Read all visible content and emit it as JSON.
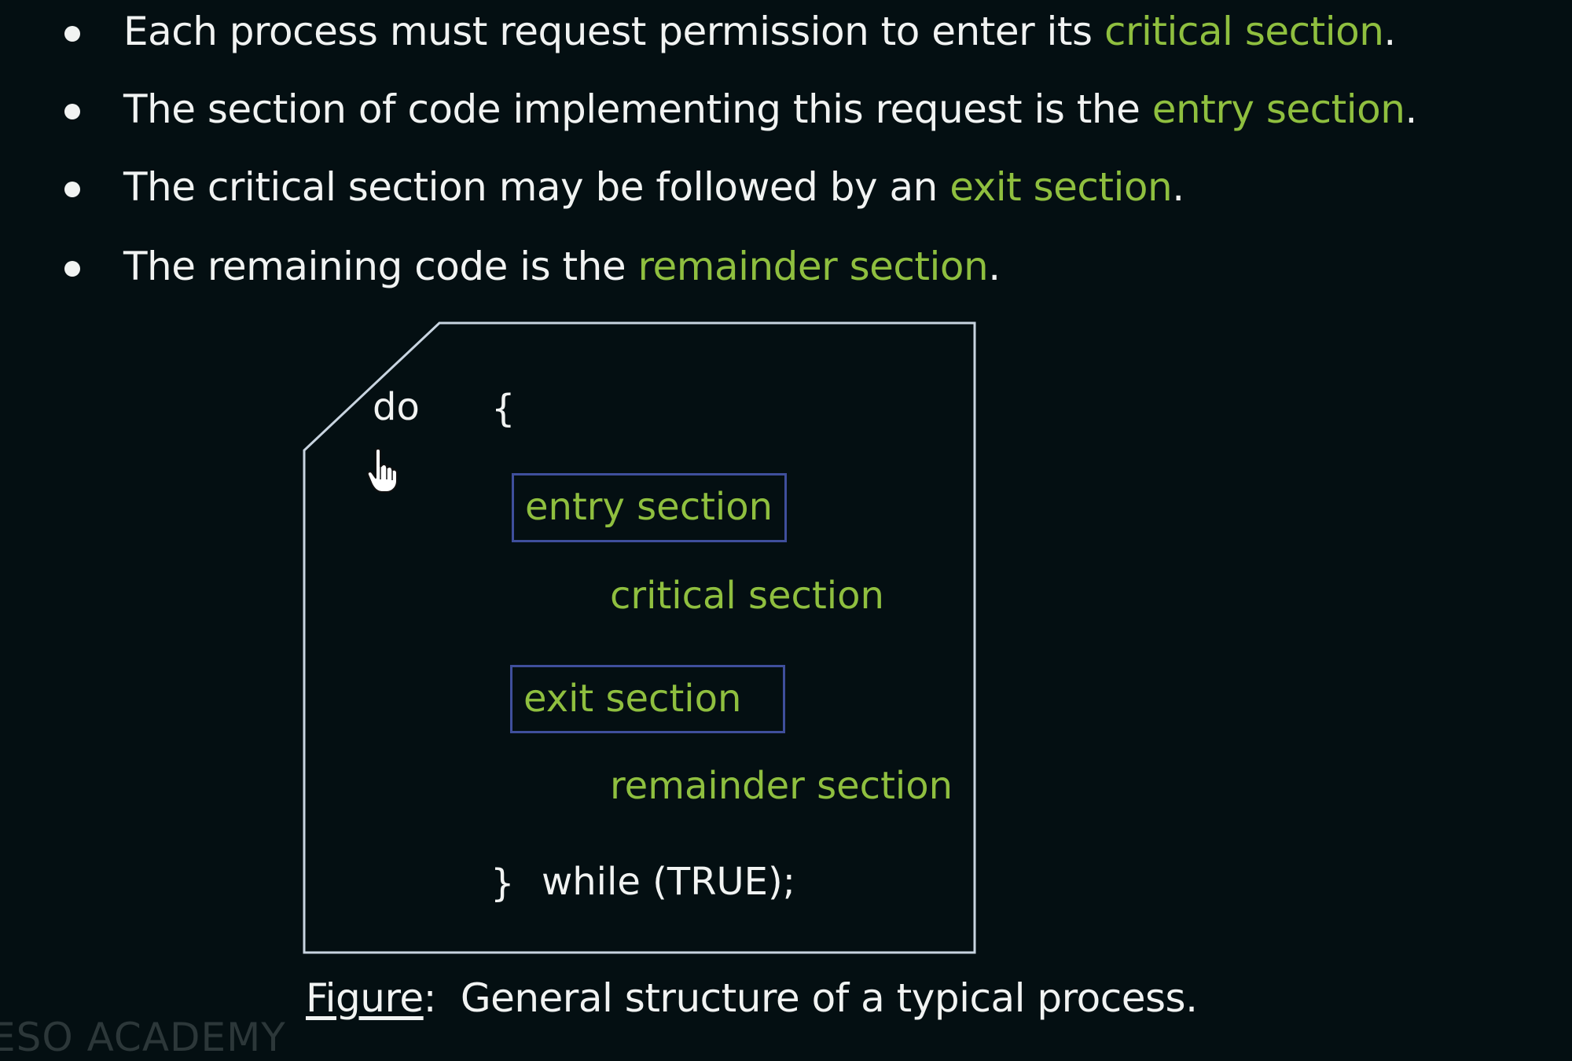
{
  "bullets": [
    {
      "text": "Each process must request permission to enter its ",
      "highlight": "critical section",
      "end": "."
    },
    {
      "text": "The section of code implementing this request is the ",
      "highlight": "entry section",
      "end": "."
    },
    {
      "text": "The critical section may be followed by an ",
      "highlight": "exit section",
      "end": "."
    },
    {
      "text": "The remaining code is the ",
      "highlight": "remainder section",
      "end": "."
    }
  ],
  "figure": {
    "do_keyword": "do",
    "open_brace": "{",
    "entry_section": "entry section",
    "critical_section": "critical section",
    "exit_section": "exit section",
    "remainder_section": "remainder section",
    "close_brace": "}",
    "while_clause": "while (TRUE);",
    "caption_label": "Figure",
    "caption_sep": ":",
    "caption_text": "General structure of a typical process."
  },
  "watermark": "ESO ACADEMY",
  "colors": {
    "background": "#040f12",
    "text": "#f1f3f2",
    "accent": "#8fbf3f",
    "inner_box_border": "#3f4f9c",
    "outer_box_border": "#c8d4e0"
  },
  "icons": {
    "cursor": "hand-pointer-icon"
  }
}
